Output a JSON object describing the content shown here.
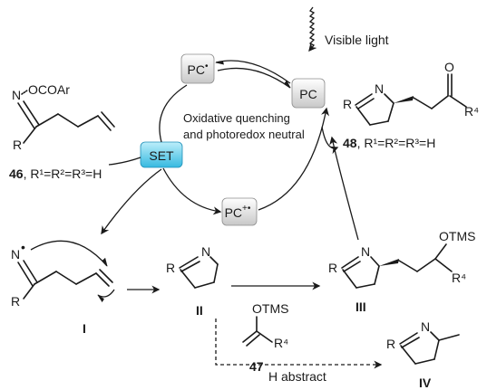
{
  "light_label": "Visible light",
  "pc_radical": {
    "base": "PC",
    "sup": "•"
  },
  "pc": {
    "base": "PC"
  },
  "pc_radical_cation": {
    "base": "PC",
    "sup": "+•"
  },
  "set_label": "SET",
  "cycle_note": {
    "line1": "Oxidative quenching",
    "line2": "and photoredox neutral"
  },
  "compound_46": {
    "oxime_label": "N",
    "ester_label": "OCOAr",
    "r_label": "R",
    "number": "46",
    "condition": "R¹=R²=R³=H"
  },
  "compound_48": {
    "r_label": "R",
    "n_label": "N",
    "o_label": "O",
    "r4_label": "R⁴",
    "number": "48",
    "condition": "R¹=R²=R³=H"
  },
  "intermediate_I": {
    "n_label": "N",
    "radical_dot": "•",
    "r_label": "R",
    "label": "I"
  },
  "intermediate_II": {
    "r_label": "R",
    "n_label": "N",
    "label": "II"
  },
  "intermediate_III": {
    "r_label": "R",
    "n_label": "N",
    "otms_label": "OTMS",
    "r4_label": "R⁴",
    "label": "III"
  },
  "compound_47": {
    "otms_label": "OTMS",
    "r4_label": "R⁴",
    "number": "47"
  },
  "product_IV": {
    "r_label": "R",
    "n_label": "N",
    "label": "IV"
  },
  "h_abstract_label": "H abstract",
  "colors": {
    "set_fill_top": "#bdeefa",
    "set_fill_bottom": "#36b9e0",
    "pc_fill_top": "#ffffff",
    "pc_fill_bottom": "#c8c8c8",
    "ink": "#1a1a1a"
  }
}
